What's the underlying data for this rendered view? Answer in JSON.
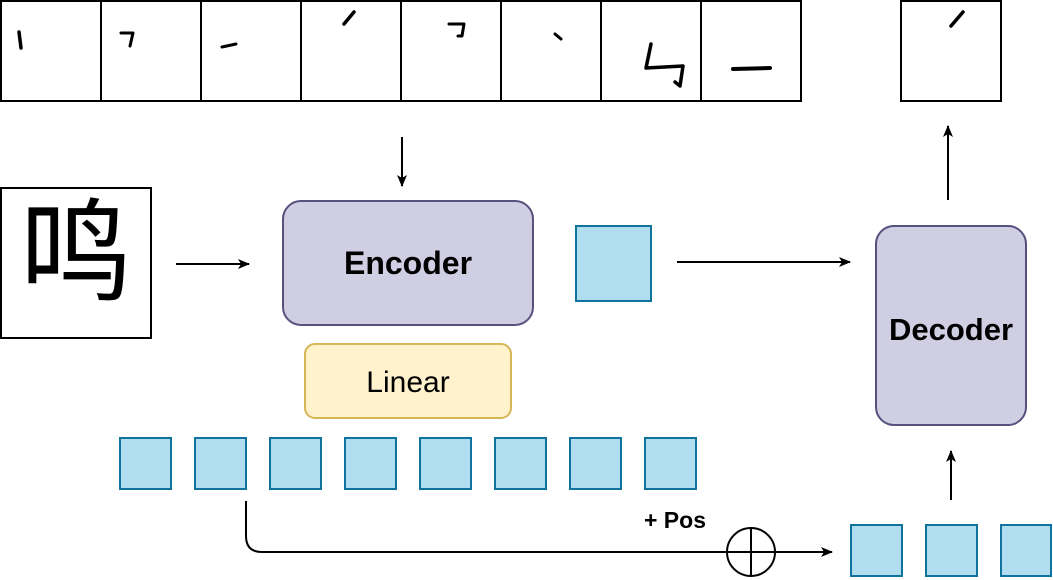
{
  "stroke_sequence": {
    "input_strokes": [
      "丨",
      "㇇",
      "㇀",
      "㇒",
      "㇆",
      "㇔",
      "㇉",
      "一"
    ],
    "predicted_stroke": "㇒"
  },
  "character_image": {
    "glyph": "鸣"
  },
  "nodes": {
    "encoder": "Encoder",
    "decoder": "Decoder",
    "linear": "Linear"
  },
  "embeddings": {
    "token_count": 8,
    "decoder_input_count": 3
  },
  "labels": {
    "positional_encoding": "+ Pos"
  },
  "colors": {
    "encoder_fill": "#d0cee2",
    "encoder_stroke": "#56517e",
    "linear_fill": "#fff2cc",
    "linear_stroke": "#d6b656",
    "token_fill": "#b1ddf0",
    "token_stroke": "#10739e"
  }
}
